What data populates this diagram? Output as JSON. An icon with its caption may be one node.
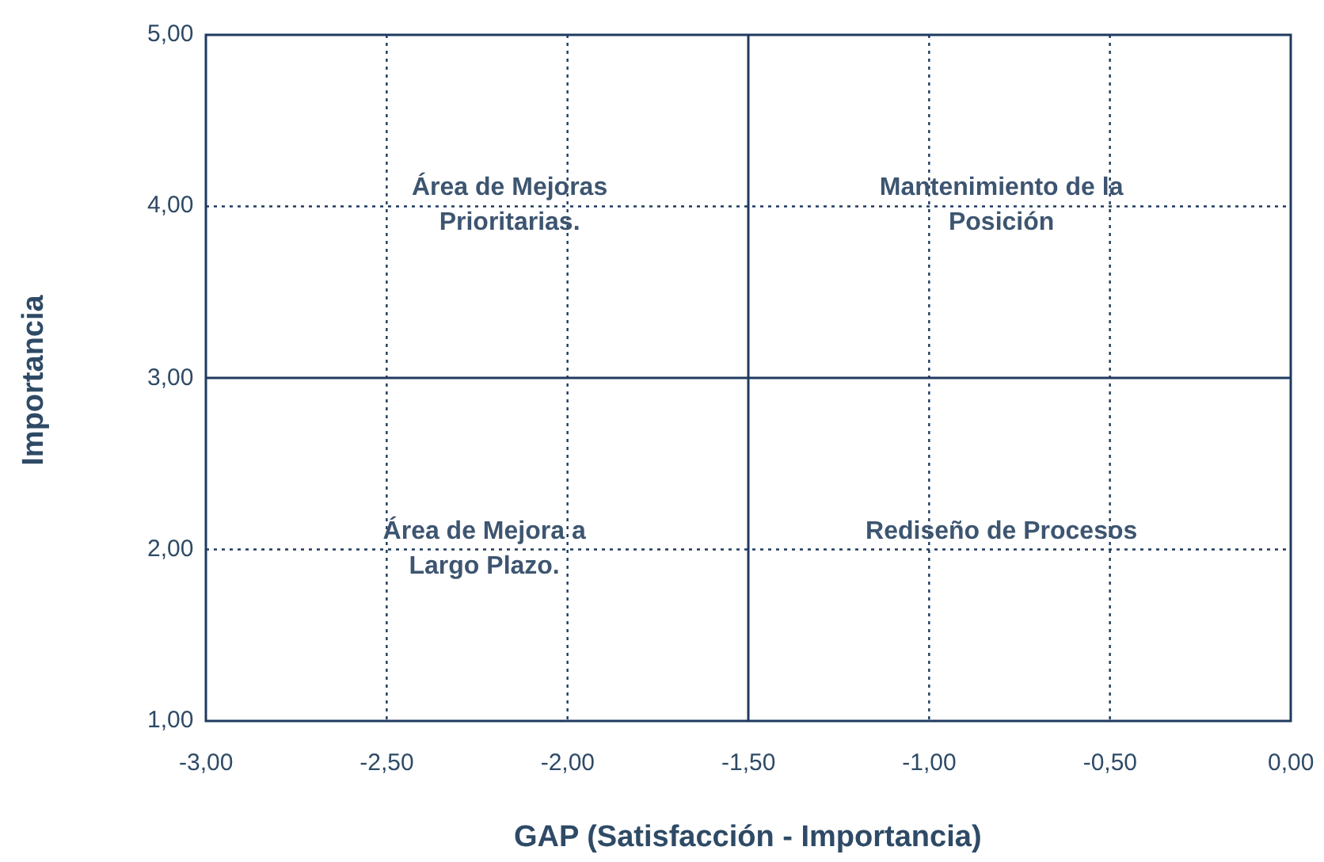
{
  "diagram": {
    "chart_data": {
      "type": "scatter",
      "xlabel": "GAP (Satisfacción - Importancia)",
      "ylabel": "Importancia",
      "xlim": [
        -3,
        0
      ],
      "ylim": [
        1,
        5
      ],
      "xticks": [
        {
          "value": -3,
          "label": "-3,00"
        },
        {
          "value": -2.5,
          "label": "-2,50"
        },
        {
          "value": -2,
          "label": "-2,00"
        },
        {
          "value": -1.5,
          "label": "-1,50"
        },
        {
          "value": -1,
          "label": "-1,00"
        },
        {
          "value": -0.5,
          "label": "-0,50"
        },
        {
          "value": 0,
          "label": "0,00"
        }
      ],
      "yticks": [
        {
          "value": 1,
          "label": "1,00"
        },
        {
          "value": 2,
          "label": "2,00"
        },
        {
          "value": 3,
          "label": "3,00"
        },
        {
          "value": 4,
          "label": "4,00"
        },
        {
          "value": 5,
          "label": "5,00"
        }
      ],
      "grid": true,
      "annotations": [
        "Área de Mejoras Prioritarias.",
        "Mantenimiento de la Posición",
        "Área de Mejora a Largo Plazo.",
        "Rediseño de Procesos"
      ]
    }
  }
}
